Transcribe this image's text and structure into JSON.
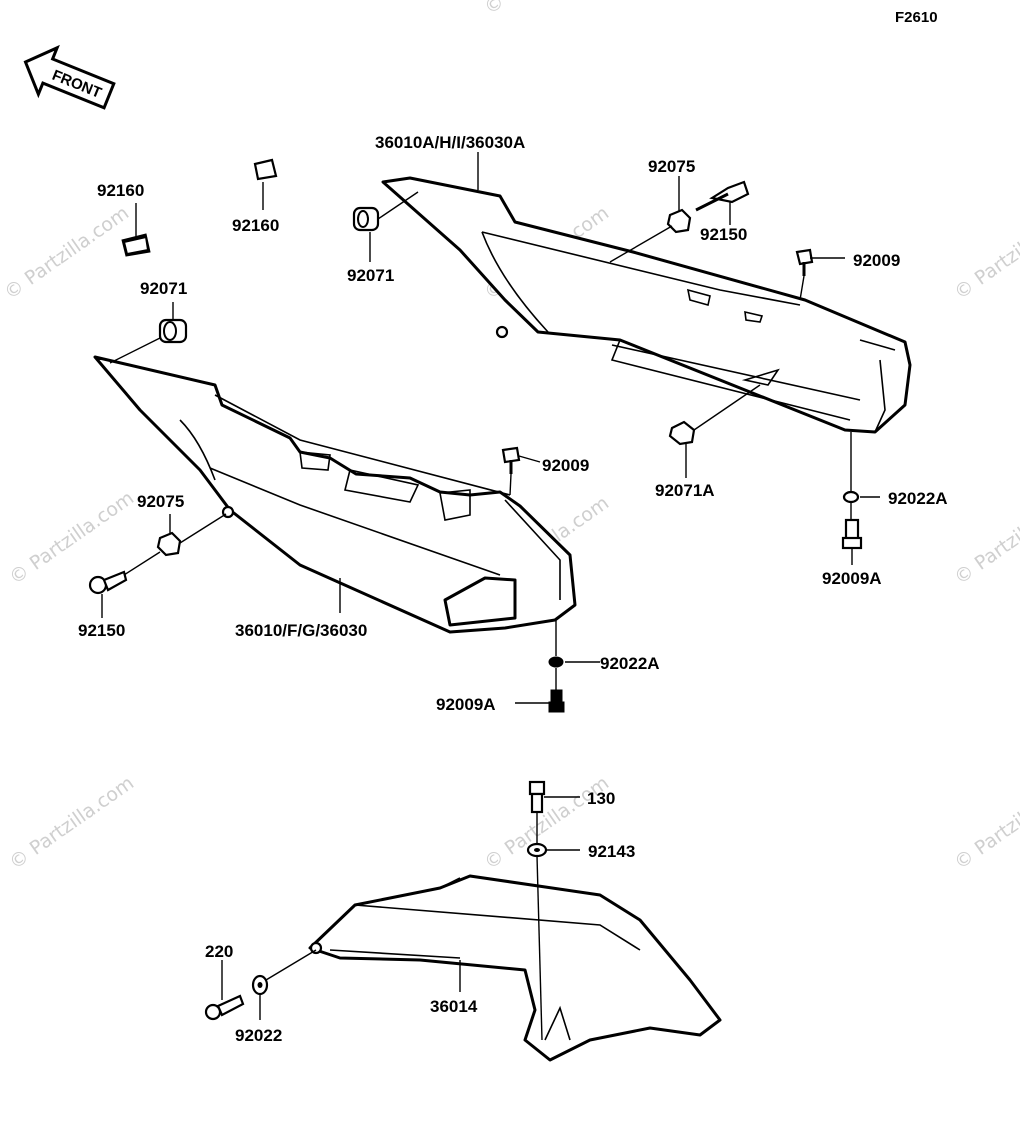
{
  "figure_code": "F2610",
  "front_arrow_label": "FRONT",
  "watermark": "© Partzilla.com",
  "labels": {
    "right_cover": "36010A/H/I/36030A",
    "left_cover": "36010/F/G/36030",
    "chain_cover": "36014",
    "p92160_a": "92160",
    "p92160_b": "92160",
    "p92071_a": "92071",
    "p92071_b": "92071",
    "p92075_a": "92075",
    "p92075_b": "92075",
    "p92150_a": "92150",
    "p92150_b": "92150",
    "p92009_a": "92009",
    "p92009_b": "92009",
    "p92071A": "92071A",
    "p92022A_a": "92022A",
    "p92022A_b": "92022A",
    "p92009A_a": "92009A",
    "p92009A_b": "92009A",
    "p130": "130",
    "p92143": "92143",
    "p220": "220",
    "p92022": "92022"
  }
}
